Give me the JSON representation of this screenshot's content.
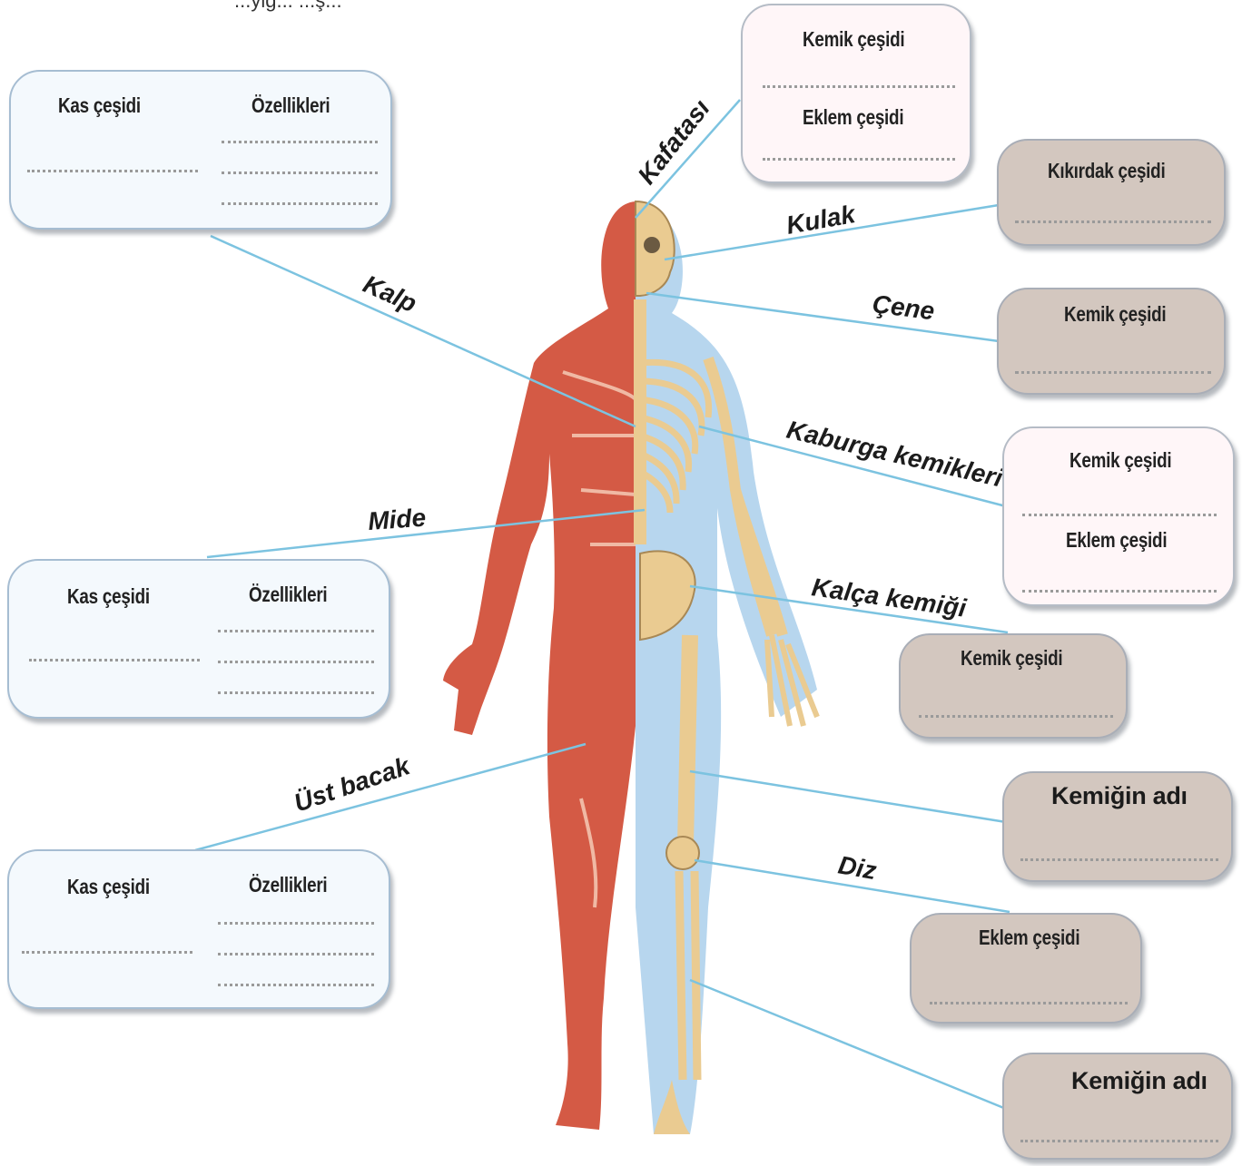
{
  "header_text": "...yiğ... ...ş...",
  "part_labels": {
    "kafatasi": "Kafatası",
    "kulak": "Kulak",
    "kalp": "Kalp",
    "cene": "Çene",
    "kaburga": "Kaburga kemikleri",
    "mide": "Mide",
    "kalca": "Kalça kemiği",
    "ust_bacak": "Üst bacak",
    "diz": "Diz"
  },
  "boxes": {
    "kas_top": {
      "col1": "Kas çeşidi",
      "col2": "Özellikleri"
    },
    "kas_mid": {
      "col1": "Kas çeşidi",
      "col2": "Özellikleri"
    },
    "kas_bottom": {
      "col1": "Kas çeşidi",
      "col2": "Özellikleri"
    },
    "kafatasi_box": {
      "line1": "Kemik çeşidi",
      "line2": "Eklem çeşidi"
    },
    "kulak_box": {
      "line1": "Kıkırdak çeşidi"
    },
    "cene_box": {
      "line1": "Kemik çeşidi"
    },
    "kaburga_box": {
      "line1": "Kemik çeşidi",
      "line2": "Eklem çeşidi"
    },
    "kalca_box": {
      "line1": "Kemik çeşidi"
    },
    "femur_box": {
      "line1": "Kemiğin adı"
    },
    "diz_box": {
      "line1": "Eklem çeşidi"
    },
    "tibia_box": {
      "line1": "Kemiğin adı"
    }
  },
  "colors": {
    "connector": "#7cc3e0",
    "muscle": "#d45a45",
    "bone": "#eacb91",
    "skeleton_background": "#b7d6ee",
    "box_brown": "#d3c7bf",
    "box_blue": "#f4f9fd",
    "box_pink": "#fff6f8"
  }
}
